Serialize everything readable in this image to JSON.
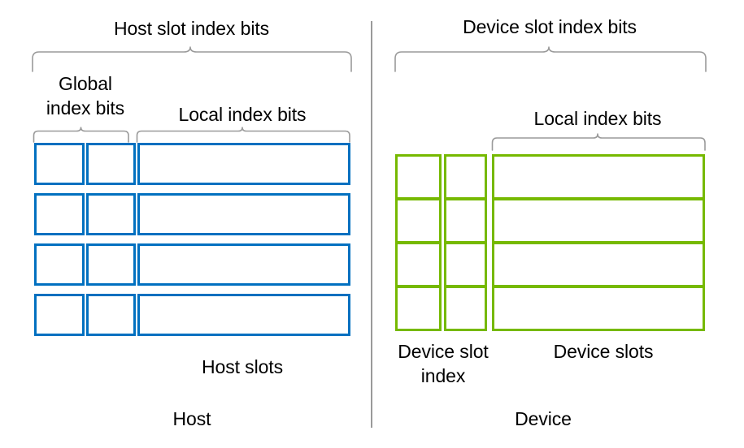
{
  "diagram": {
    "title_host": "Host slot index bits",
    "title_device": "Device slot index bits",
    "host": {
      "panel_label": "Host",
      "global_index_label": "Global\nindex bits",
      "local_index_label": "Local index bits",
      "slots_label": "Host slots",
      "color": "#0070C0",
      "rows": 4,
      "columns": 3
    },
    "device": {
      "panel_label": "Device",
      "local_index_label": "Local index bits",
      "slot_index_label": "Device slot\nindex",
      "slots_label": "Device slots",
      "color": "#76B900",
      "rows": 4,
      "columns": 3
    },
    "brace_color": "#9a9a9a",
    "divider_color": "#9a9a9a"
  }
}
